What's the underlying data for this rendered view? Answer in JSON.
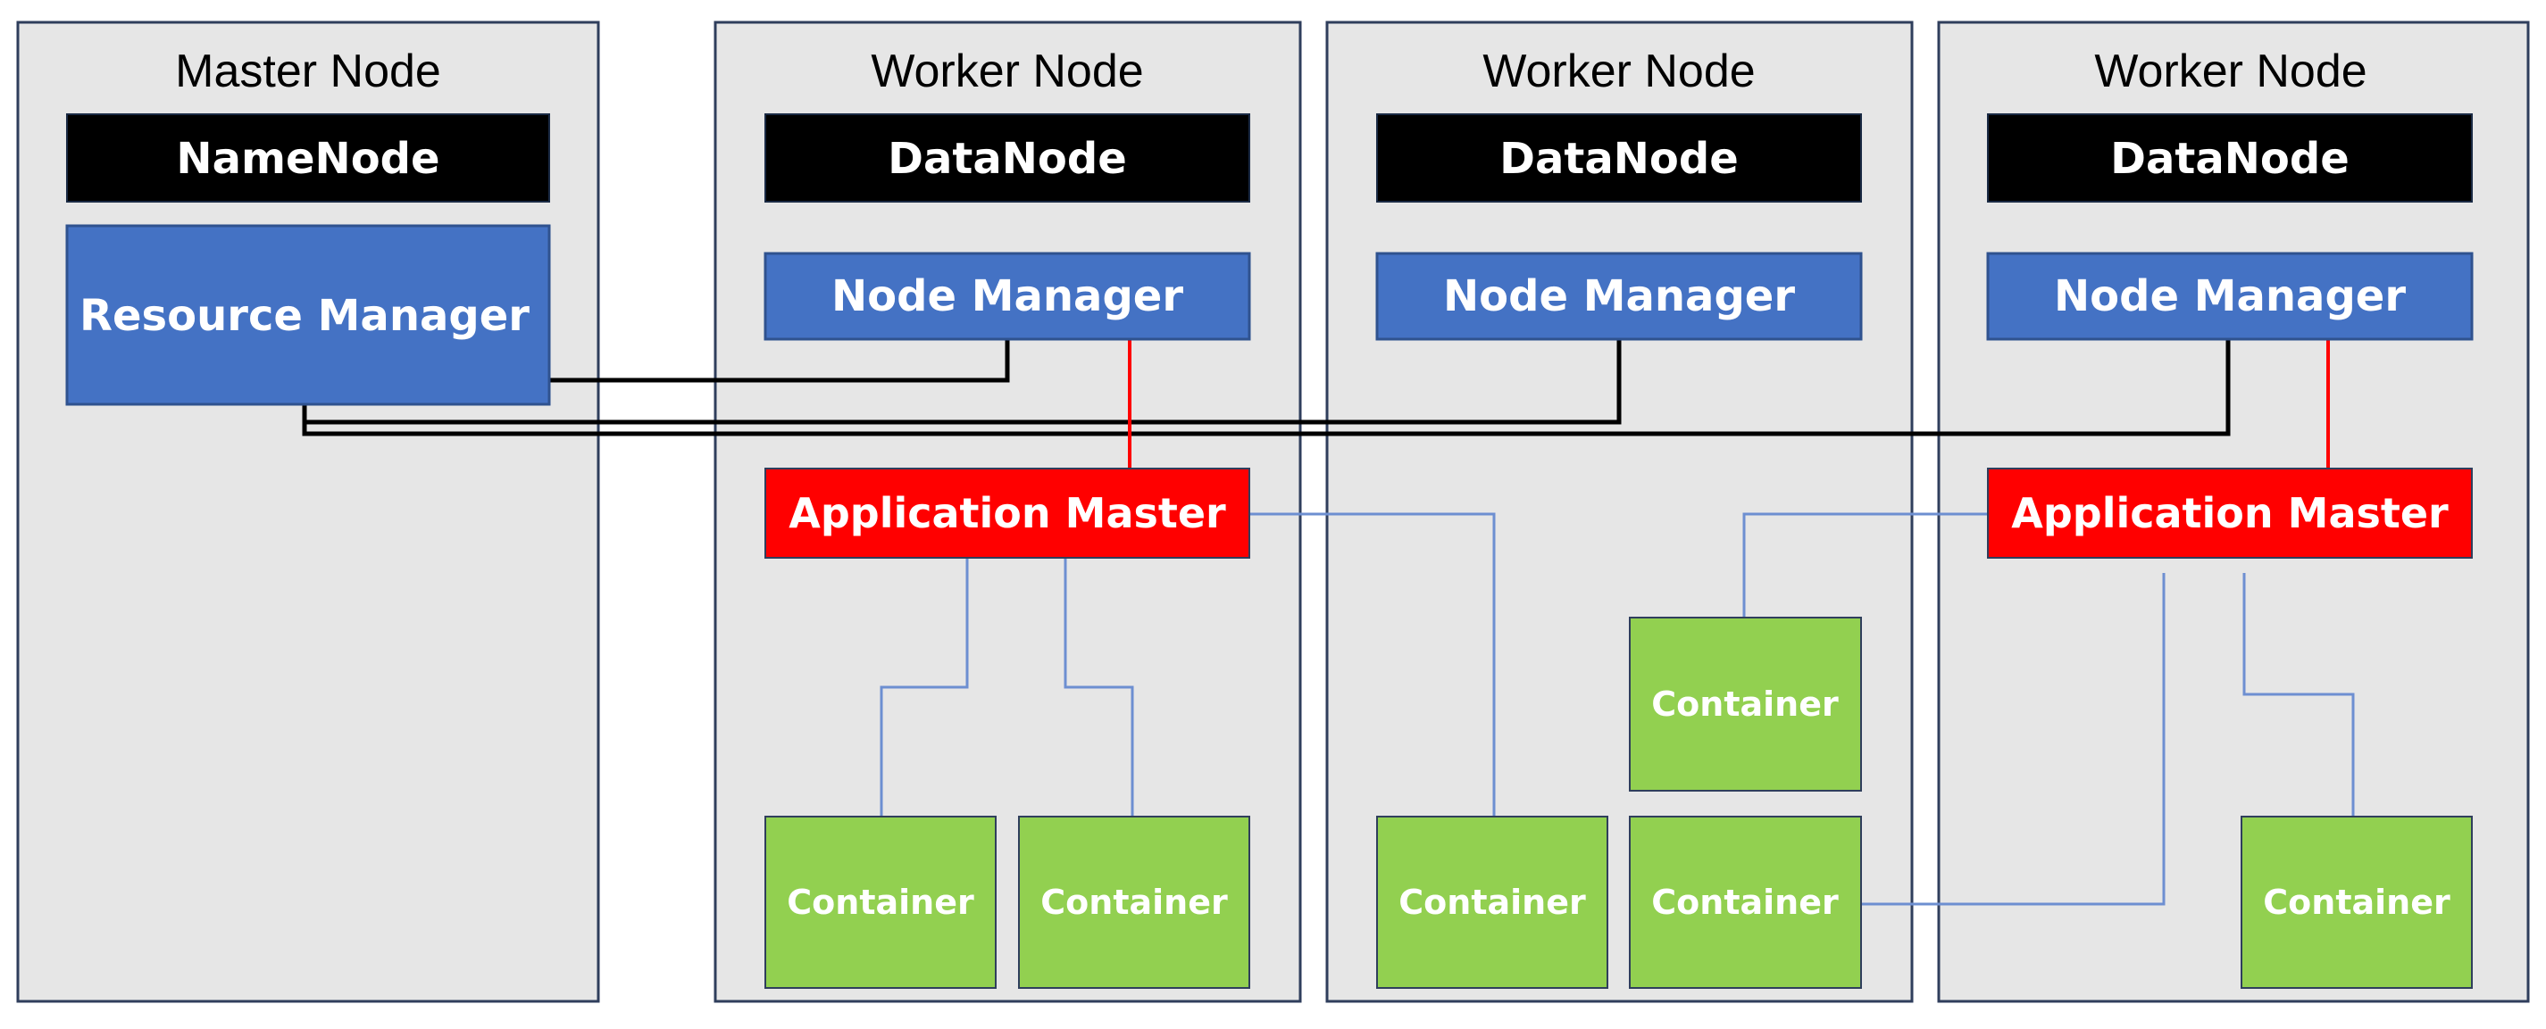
{
  "colors": {
    "node_bg": "#e6e6e6",
    "node_border": "#2f3e5c",
    "black_box": "#000000",
    "blue_box": "#4472c4",
    "red_box": "#ff0000",
    "green_box": "#92d050",
    "black_line": "#000000",
    "red_line": "#ff0000",
    "blue_line": "#6d8fd1"
  },
  "master": {
    "title": "Master Node",
    "namenode": "NameNode",
    "resource_manager": "Resource Manager"
  },
  "workers": [
    {
      "title": "Worker Node",
      "datanode": "DataNode",
      "node_manager": "Node Manager",
      "application_master": "Application Master",
      "containers": [
        "Container",
        "Container"
      ]
    },
    {
      "title": "Worker Node",
      "datanode": "DataNode",
      "node_manager": "Node Manager",
      "containers": [
        "Container",
        "Container",
        "Container"
      ]
    },
    {
      "title": "Worker Node",
      "datanode": "DataNode",
      "node_manager": "Node Manager",
      "application_master": "Application Master",
      "containers": [
        "Container"
      ]
    }
  ]
}
